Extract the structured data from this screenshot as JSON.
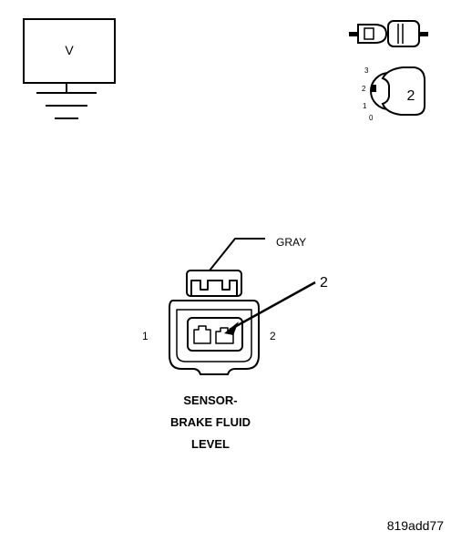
{
  "meter_symbol": {
    "label": "V",
    "icon": "voltmeter-ground-icon"
  },
  "key_icons": {
    "connector_icon": "connector-icon",
    "key_position_icon": "ignition-key-icon",
    "scale_labels": [
      "3",
      "2",
      "1",
      "0"
    ],
    "key_number": "2"
  },
  "connector": {
    "wire_color": "GRAY",
    "callout_number": "2",
    "pin_left": "1",
    "pin_right": "2"
  },
  "component_title": [
    "SENSOR-",
    "BRAKE FLUID",
    "LEVEL"
  ],
  "figure_code": "819add77"
}
